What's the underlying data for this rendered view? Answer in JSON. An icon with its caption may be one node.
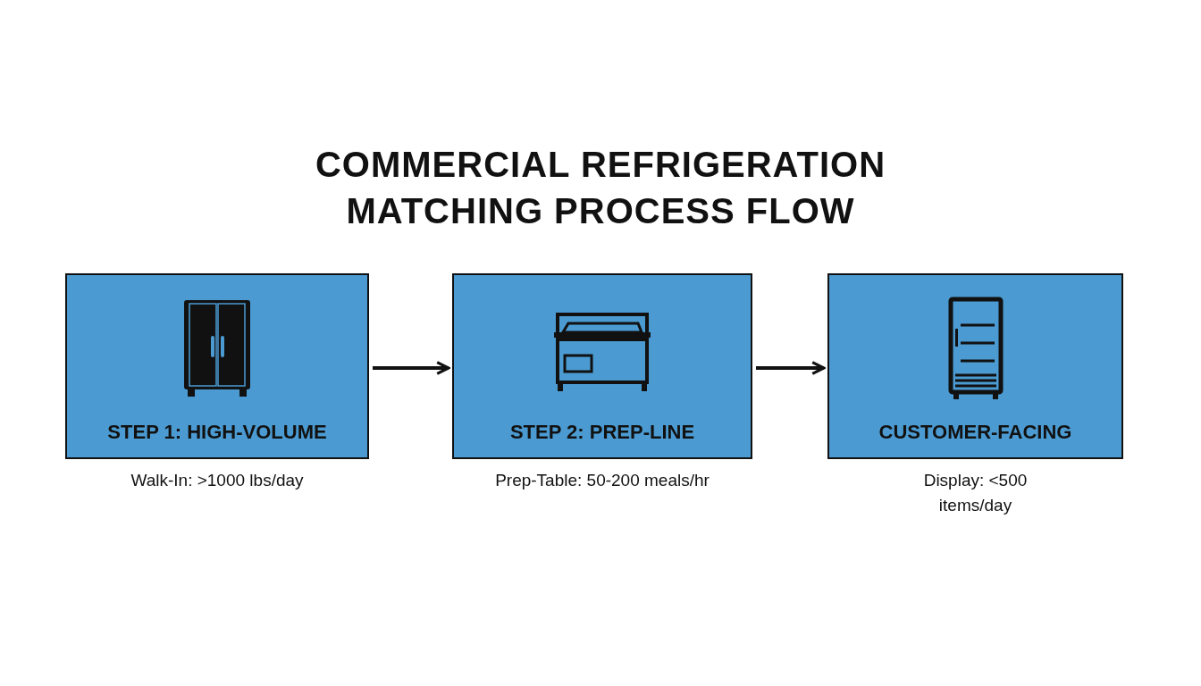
{
  "diagram": {
    "title": "COMMERCIAL REFRIGERATION MATCHING PROCESS FLOW",
    "nodes": [
      {
        "text": [
          "STEP 1: HIGH-VOLUME"
        ],
        "beside": [
          "Walk-In: >1000 lbs/day"
        ]
      },
      {
        "text": [
          "STEP 2: PREP-LINE"
        ],
        "beside": [
          "Prep-Table: 50-200 meals/hr"
        ]
      },
      {
        "text": [
          "CUSTOMER-FACING"
        ],
        "beside": [
          "Display: <500 items/day"
        ]
      }
    ],
    "edges": [
      {
        "from": 0,
        "to": 1,
        "arrow": "to"
      },
      {
        "from": 1,
        "to": 2,
        "arrow": "to"
      }
    ]
  }
}
